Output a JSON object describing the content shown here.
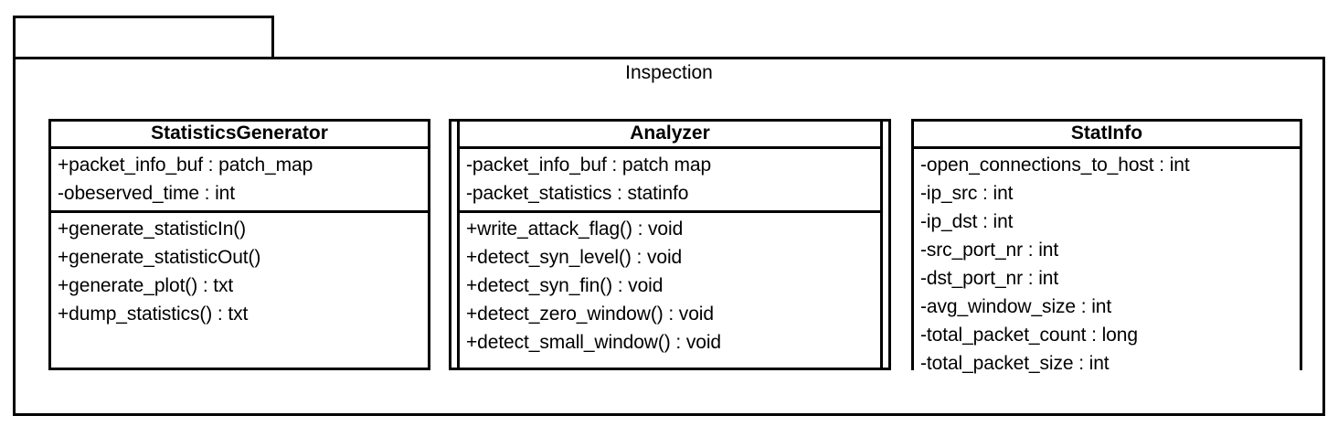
{
  "diagram": {
    "type": "uml-class-diagram",
    "package": {
      "name": "Inspection"
    },
    "classes": [
      {
        "id": "statisticsgenerator",
        "name": "StatisticsGenerator",
        "attributes": [
          "+packet_info_buf : patch_map",
          "-obeserved_time : int"
        ],
        "operations": [
          "+generate_statisticIn()",
          "+generate_statisticOut()",
          "+generate_plot() : txt",
          "+dump_statistics() : txt"
        ]
      },
      {
        "id": "analyzer",
        "name": "Analyzer",
        "attributes": [
          "-packet_info_buf : patch map",
          "-packet_statistics : statinfo"
        ],
        "operations": [
          "+write_attack_flag() : void",
          "+detect_syn_level() : void",
          "+detect_syn_fin() : void",
          "+detect_zero_window() : void",
          "+detect_small_window() : void"
        ]
      },
      {
        "id": "statinfo",
        "name": "StatInfo",
        "attributes": [
          "-open_connections_to_host : int",
          "-ip_src : int",
          "-ip_dst : int",
          "-src_port_nr : int",
          "-dst_port_nr : int",
          "-avg_window_size : int",
          "-total_packet_count : long",
          "-total_packet_size : int"
        ],
        "operations": []
      }
    ],
    "colors": {
      "stroke": "#000000",
      "fill": "#ffffff",
      "text": "#000000"
    }
  }
}
